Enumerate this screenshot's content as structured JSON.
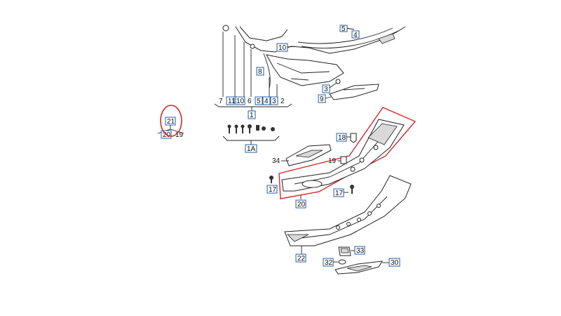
{
  "diagram": {
    "highlight_color": "#d62828",
    "label_box_color": "#1f5fa8",
    "labels": {
      "l21": "21",
      "l20a": "20",
      "l19a": "19",
      "l5top": "5",
      "l4top": "4",
      "l10": "10",
      "l8": "8",
      "l3": "3",
      "l9": "9",
      "b7": "7",
      "b11": "11",
      "b10": "10",
      "b6": "6",
      "b5": "5",
      "b4": "4",
      "b3": "3",
      "b2": "2",
      "b1": "1",
      "l1A": "1A",
      "l18": "18",
      "l34": "34",
      "l19b": "19",
      "l17a": "17",
      "l17b": "17",
      "l20b": "20",
      "l22": "22",
      "l33": "33",
      "l32": "32",
      "l30": "30"
    }
  }
}
